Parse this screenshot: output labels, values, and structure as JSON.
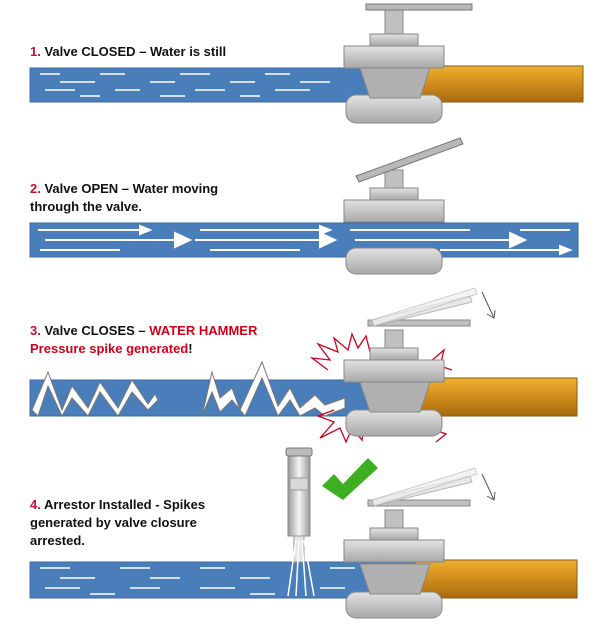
{
  "steps": [
    {
      "number": "1.",
      "text": "Valve CLOSED – Water is still"
    },
    {
      "number": "2.",
      "text": "Valve OPEN – Water moving",
      "text_line2": "through  the valve."
    },
    {
      "number": "3.",
      "text": "Valve CLOSES – ",
      "highlight": "WATER HAMMER",
      "line2_highlight": "Pressure spike  generated",
      "line2_suffix": "!"
    },
    {
      "number": "4.",
      "text": "Arrestor Installed - Spikes",
      "text_line2": "generated by valve closure",
      "text_line3": "arrested."
    }
  ],
  "colors": {
    "water": "#4a7ebb",
    "pipe_copper": "#d08c1a",
    "valve": "#c8c8c8",
    "step_number": "#c8102e",
    "warning": "#d0021b",
    "checkmark": "#3cb020"
  },
  "icons": [
    "checkmark-icon",
    "motion-arrow-icon",
    "pressure-spike-icon",
    "arrestor-icon"
  ]
}
